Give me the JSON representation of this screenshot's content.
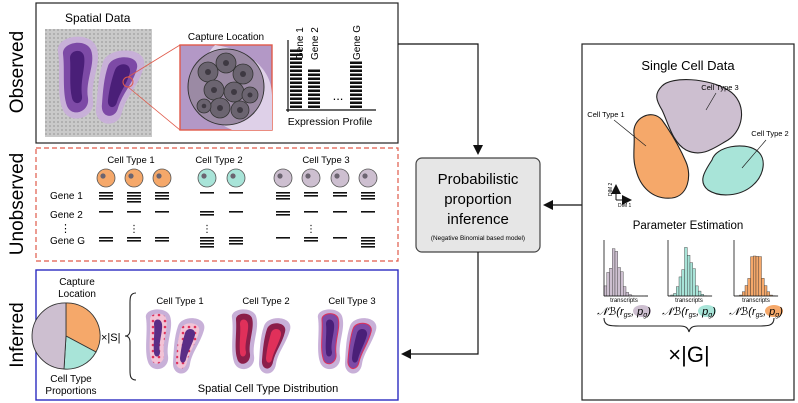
{
  "side_labels": {
    "observed": "Observed",
    "unobserved": "Unobserved",
    "inferred": "Inferred"
  },
  "observed_panel": {
    "spatial_title": "Spatial Data",
    "capture_title": "Capture Location",
    "gene_labels": [
      "Gene 1",
      "Gene 2",
      "Gene G"
    ],
    "ellipsis": "...",
    "profile_title": "Expression Profile",
    "bar_levels": [
      0.9,
      0.6,
      0.75
    ]
  },
  "unobserved_panel": {
    "cell_type_labels": [
      "Cell Type 1",
      "Cell Type 2",
      "Cell Type 3"
    ],
    "gene_rows": [
      "Gene 1",
      "Gene 2",
      "Gene G"
    ],
    "row_dots": "⋮"
  },
  "inference_box": {
    "line1": "Probabilistic",
    "line2": "proportion",
    "line3": "inference",
    "note": "(Negative Binomial based model)"
  },
  "single_cell_panel": {
    "title": "Single Cell Data",
    "cluster_labels": [
      "Cell Type 1",
      "Cell Type 2",
      "Cell Type 3"
    ],
    "dim_y": "DIM 2",
    "dim_x": "DIM 1",
    "param_title": "Parameter Estimation",
    "hist_axis_label": "transcripts",
    "nb_prefix": "𝒩ℬ(",
    "nb_r": "r",
    "nb_sub": "gs",
    "nb_suffix": ", p",
    "nb_p_sub": "g",
    "nb_close": ")",
    "times_g": "×|G|"
  },
  "inferred_panel": {
    "pie_label_top_1": "Capture",
    "pie_label_top_2": "Location",
    "pie_label_bottom_1": "Cell Type",
    "pie_label_bottom_2": "Proportions",
    "times_s": "×|S|",
    "cell_type_labels": [
      "Cell Type 1",
      "Cell Type 2",
      "Cell Type 3"
    ],
    "distribution_title": "Spatial Cell Type Distribution"
  },
  "colors": {
    "type1": "#f5a86a",
    "type2": "#a8e4d8",
    "type3": "#cdbfd0",
    "tissue_dark": "#5b2d86",
    "tissue_light": "#b79acb",
    "frame_red": "#e05a4a",
    "frame_blue": "#2c2cc0",
    "hot_pink": "#e0305a"
  }
}
